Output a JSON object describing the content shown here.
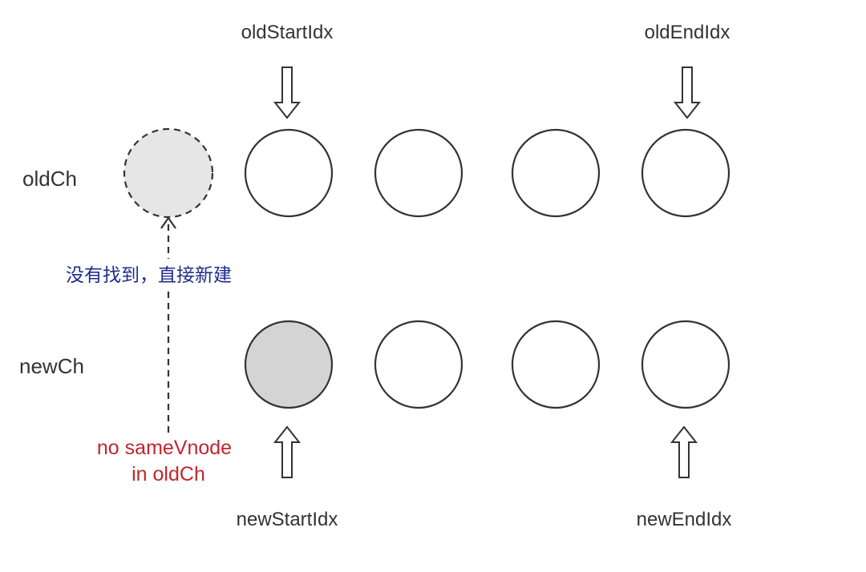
{
  "rows": {
    "old": {
      "label": "oldCh"
    },
    "new": {
      "label": "newCh"
    }
  },
  "pointers": {
    "old_start": "oldStartIdx",
    "old_end": "oldEndIdx",
    "new_start": "newStartIdx",
    "new_end": "newEndIdx"
  },
  "annotations": {
    "create_note": "没有找到，直接新建",
    "no_same_line1": "no sameVnode",
    "no_same_line2": "in oldCh"
  },
  "colors": {
    "stroke": "#333333",
    "node_fill": "#ffffff",
    "new_node_fill": "#e6e6e6",
    "active_node_fill": "#d4d4d4",
    "note_blue": "#1f2d8a",
    "note_red": "#c0262d"
  }
}
